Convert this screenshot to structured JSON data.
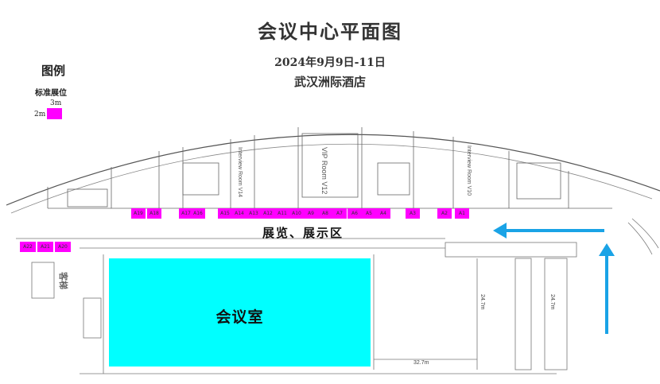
{
  "header": {
    "title": "会议中心平面图",
    "date": "2024年9月9日-11日",
    "venue": "武汉洲际酒店"
  },
  "legend": {
    "title": "图例",
    "label": "标准展位",
    "width": "3m",
    "depth": "2m",
    "color": "#ff00ff"
  },
  "areas": {
    "exhibition_hall": "展览、展示区",
    "meeting_room": "会议室",
    "meeting_room_color": "#00ffff"
  },
  "flow_arrow": {
    "color": "#1aa3e6",
    "icon": "direction-arrow"
  },
  "booths_upper": [
    "A19",
    "A18",
    "A17",
    "A16",
    "A15",
    "A14",
    "A13",
    "A12",
    "A11",
    "A10",
    "A9",
    "A8",
    "A7",
    "A6",
    "A5",
    "A4",
    "A3",
    "A2",
    "A1"
  ],
  "booths_left": [
    "A22",
    "A21",
    "A20"
  ]
}
